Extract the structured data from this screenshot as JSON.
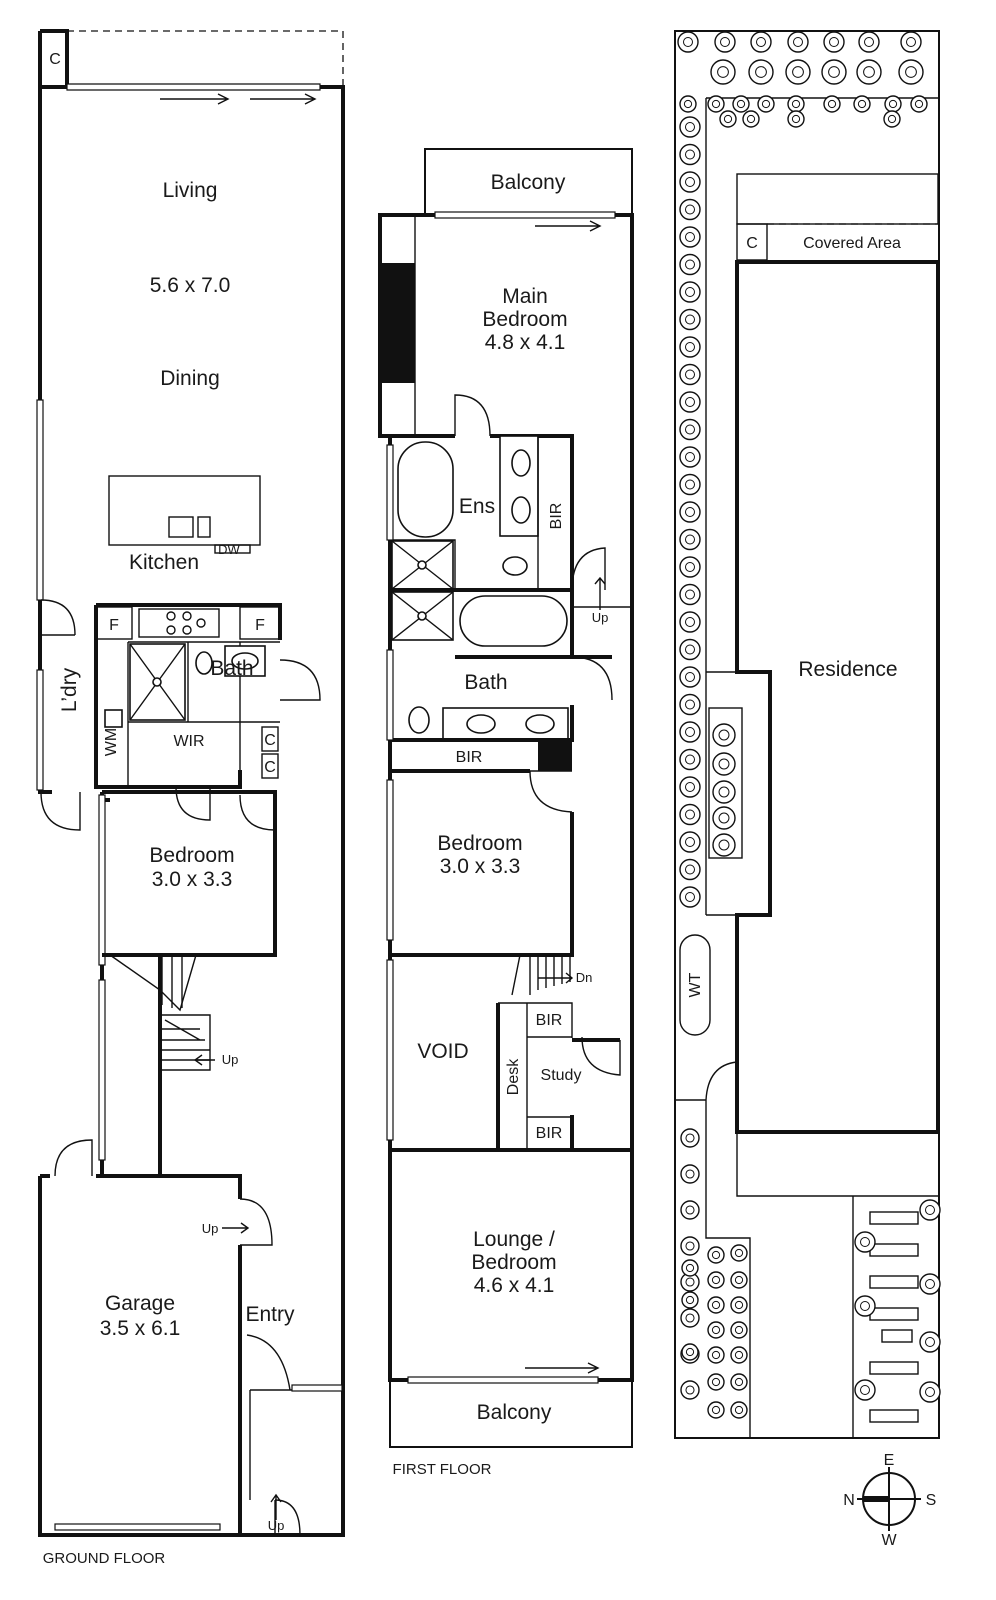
{
  "ground_floor": {
    "caption": "GROUND FLOOR",
    "rooms": {
      "cupboard": "C",
      "living": "Living",
      "living_dims": "5.6 x 7.0",
      "dining": "Dining",
      "kitchen": "Kitchen",
      "dishwasher": "DW",
      "fridge_left": "F",
      "fridge_right": "F",
      "laundry": "L’dry",
      "washing_machine": "WM",
      "bath": "Bath",
      "wir": "WIR",
      "cupboard_2": "C",
      "cupboard_3": "C",
      "bedroom": "Bedroom",
      "bedroom_dims": "3.0 x 3.3",
      "garage": "Garage",
      "garage_dims": "3.5 x 6.1",
      "entry": "Entry"
    },
    "arrows": {
      "stair_up": "Up",
      "garage_up": "Up",
      "entry_up": "Up"
    }
  },
  "first_floor": {
    "caption": "FIRST FLOOR",
    "rooms": {
      "balcony_top": "Balcony",
      "main_bedroom_line1": "Main",
      "main_bedroom_line2": "Bedroom",
      "main_bedroom_dims": "4.8 x 4.1",
      "ensuite": "Ens",
      "bir_ensuite": "BIR",
      "bath": "Bath",
      "bir_bath": "BIR",
      "bedroom": "Bedroom",
      "bedroom_dims": "3.0 x 3.3",
      "void": "VOID",
      "desk": "Desk",
      "study": "Study",
      "bir_study_top": "BIR",
      "bir_study_bottom": "BIR",
      "lounge_line1": "Lounge /",
      "lounge_line2": "Bedroom",
      "lounge_dims": "4.6 x 4.1",
      "balcony_bottom": "Balcony"
    },
    "arrows": {
      "up": "Up",
      "down": "Dn"
    }
  },
  "site_plan": {
    "covered_cupboard": "C",
    "covered_area": "Covered Area",
    "residence": "Residence",
    "water_tank": "WT"
  },
  "compass": {
    "north": "N",
    "east": "E",
    "south": "S",
    "west": "W"
  }
}
